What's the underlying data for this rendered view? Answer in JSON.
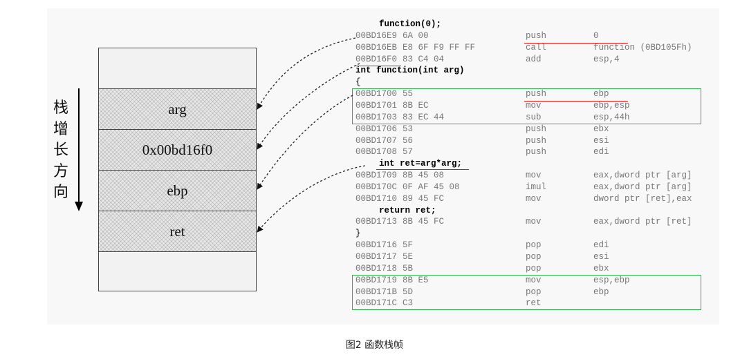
{
  "stack": {
    "cells": [
      "",
      "arg",
      "0x00bd16f0",
      "ebp",
      "ret",
      ""
    ],
    "growth_label": "栈增长方向"
  },
  "code_lines": [
    {
      "kind": "src",
      "indent": true,
      "text": "function(0);"
    },
    {
      "kind": "asm",
      "addr": "00BD16E9",
      "bytes": "6A 00",
      "op": "push",
      "args": "0"
    },
    {
      "kind": "asm",
      "addr": "00BD16EB",
      "bytes": "E8 6F F9 FF FF",
      "op": "call",
      "args": "function (0BD105Fh)"
    },
    {
      "kind": "asm",
      "addr": "00BD16F0",
      "bytes": "83 C4 04",
      "op": "add",
      "args": "esp,4"
    },
    {
      "kind": "src",
      "indent": false,
      "text": "int function(int arg)"
    },
    {
      "kind": "brace",
      "text": "{"
    },
    {
      "kind": "asm",
      "addr": "00BD1700",
      "bytes": "55",
      "op": "push",
      "args": "ebp"
    },
    {
      "kind": "asm",
      "addr": "00BD1701",
      "bytes": "8B EC",
      "op": "mov",
      "args": "ebp,esp"
    },
    {
      "kind": "asm",
      "addr": "00BD1703",
      "bytes": "83 EC 44",
      "op": "sub",
      "args": "esp,44h"
    },
    {
      "kind": "asm",
      "addr": "00BD1706",
      "bytes": "53",
      "op": "push",
      "args": "ebx"
    },
    {
      "kind": "asm",
      "addr": "00BD1707",
      "bytes": "56",
      "op": "push",
      "args": "esi"
    },
    {
      "kind": "asm",
      "addr": "00BD1708",
      "bytes": "57",
      "op": "push",
      "args": "edi"
    },
    {
      "kind": "src",
      "indent": true,
      "text": "int ret=arg*arg;"
    },
    {
      "kind": "asm",
      "addr": "00BD1709",
      "bytes": "8B 45 08",
      "op": "mov",
      "args": "eax,dword ptr [arg]"
    },
    {
      "kind": "asm",
      "addr": "00BD170C",
      "bytes": "0F AF 45 08",
      "op": "imul",
      "args": "eax,dword ptr [arg]"
    },
    {
      "kind": "asm",
      "addr": "00BD1710",
      "bytes": "89 45 FC",
      "op": "mov",
      "args": "dword ptr [ret],eax"
    },
    {
      "kind": "src",
      "indent": true,
      "text": "return ret;"
    },
    {
      "kind": "asm",
      "addr": "00BD1713",
      "bytes": "8B 45 FC",
      "op": "mov",
      "args": "eax,dword ptr [ret]"
    },
    {
      "kind": "brace",
      "text": "}"
    },
    {
      "kind": "asm",
      "addr": "00BD1716",
      "bytes": "5F",
      "op": "pop",
      "args": "edi"
    },
    {
      "kind": "asm",
      "addr": "00BD1717",
      "bytes": "5E",
      "op": "pop",
      "args": "esi"
    },
    {
      "kind": "asm",
      "addr": "00BD1718",
      "bytes": "5B",
      "op": "pop",
      "args": "ebx"
    },
    {
      "kind": "asm",
      "addr": "00BD1719",
      "bytes": "8B E5",
      "op": "mov",
      "args": "esp,ebp"
    },
    {
      "kind": "asm",
      "addr": "00BD171B",
      "bytes": "5D",
      "op": "pop",
      "args": "ebp"
    },
    {
      "kind": "asm",
      "addr": "00BD171C",
      "bytes": "C3",
      "op": "ret",
      "args": ""
    }
  ],
  "caption": "图2 函数栈帧",
  "colors": {
    "highlight_underline": "#d21e1e",
    "highlight_box": "#2fa84f",
    "asm_text": "#777777",
    "source_text": "#000000"
  }
}
